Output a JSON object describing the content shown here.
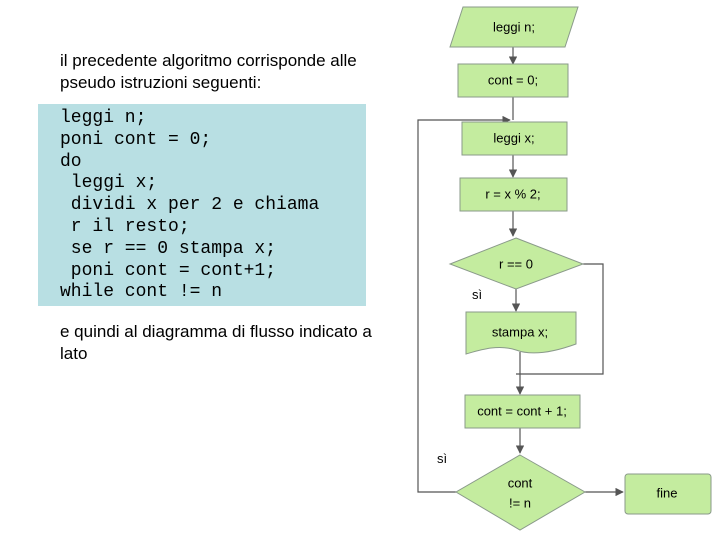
{
  "left_panel": {
    "intro_text": "il precedente algoritmo corrisponde alle pseudo istruzioni seguenti:",
    "code_lines": [
      "leggi n;",
      "poni cont = 0;",
      "do",
      " leggi x;",
      " dividi x per 2 e chiama",
      " r il resto;",
      " se r == 0 stampa x;",
      " poni cont = cont+1;",
      "while cont != n"
    ],
    "outro_text": "e quindi al diagramma di flusso indicato a lato"
  },
  "flowchart": {
    "fill_color": "#c4ec9f",
    "border_color": "#8a9a8a",
    "input_n": "leggi n;",
    "init_cont": "cont = 0;",
    "input_x": "leggi x;",
    "remainder": "r = x % 2;",
    "decision_even": "r == 0",
    "yes_even": "sì",
    "output_x": "stampa x;",
    "increment": "cont = cont + 1;",
    "yes_loop": "sì",
    "decision_loop_line1": "cont",
    "decision_loop_line2": "!= n",
    "end": "fine"
  }
}
